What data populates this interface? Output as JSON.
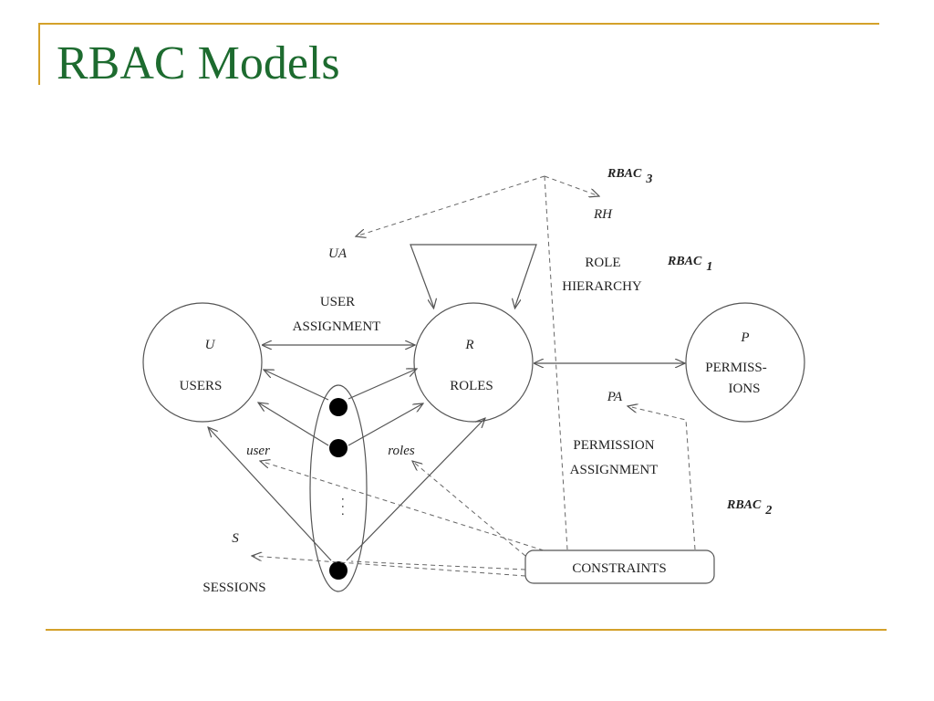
{
  "title": "RBAC Models",
  "colors": {
    "title": "#1d6b2f",
    "rule": "#d4a12a"
  },
  "diagram": {
    "users": {
      "symbol": "U",
      "label": "USERS"
    },
    "roles": {
      "symbol": "R",
      "label": "ROLES"
    },
    "permissions": {
      "symbol": "P",
      "label_line1": "PERMISS-",
      "label_line2": "IONS"
    },
    "user_assignment": {
      "line1": "USER",
      "line2": "ASSIGNMENT"
    },
    "role_hierarchy": {
      "line1": "ROLE",
      "line2": "HIERARCHY"
    },
    "permission_assignment": {
      "line1": "PERMISSION",
      "line2": "ASSIGNMENT"
    },
    "sessions": {
      "symbol": "S",
      "label": "SESSIONS"
    },
    "constraints": "CONSTRAINTS",
    "ua": "UA",
    "rh": "RH",
    "pa": "PA",
    "user_fn": "user",
    "roles_fn": "roles",
    "rbac1": {
      "base": "RBAC",
      "sub": "1"
    },
    "rbac2": {
      "base": "RBAC",
      "sub": "2"
    },
    "rbac3": {
      "base": "RBAC",
      "sub": "3"
    },
    "session_dots": "· · ·"
  }
}
